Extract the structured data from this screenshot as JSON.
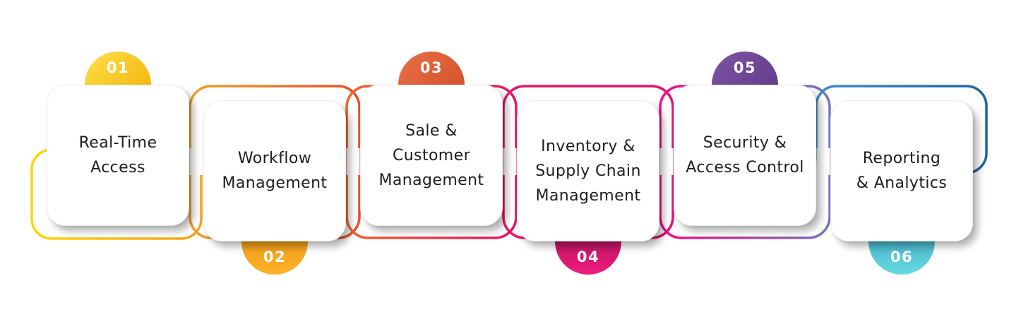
{
  "page": {
    "background": "#FFFFFF",
    "text_color": "#1D1D1D"
  },
  "steps": [
    {
      "number": "01",
      "title": "Real-Time\nAccess",
      "badge_position": "top",
      "colors": {
        "badge_from": "#FFE049",
        "badge_to": "#EFAB00",
        "badge_angle": "135deg",
        "outline_from": "#FFD40A",
        "outline_to": "#F2A51F"
      }
    },
    {
      "number": "02",
      "title": "Workflow\nManagement",
      "badge_position": "bottom",
      "colors": {
        "badge_from": "#E18B04",
        "badge_to": "#FFB12A",
        "badge_angle": "180deg",
        "outline_from": "#F2A02C",
        "outline_to": "#EF4E23"
      }
    },
    {
      "number": "03",
      "title": "Sale &\nCustomer\nManagement",
      "badge_position": "top",
      "colors": {
        "badge_from": "#E97048",
        "badge_to": "#CC4A22",
        "badge_angle": "135deg",
        "outline_from": "#F4622D",
        "outline_to": "#E8145F"
      }
    },
    {
      "number": "04",
      "title": "Inventory &\nSupply Chain\nManagement",
      "badge_position": "bottom",
      "colors": {
        "badge_from": "#8E0D4C",
        "badge_to": "#F01C7C",
        "badge_angle": "180deg",
        "outline_from": "#F01368",
        "outline_to": "#E70F72"
      }
    },
    {
      "number": "05",
      "title": "Security &\nAccess Control",
      "badge_position": "top",
      "colors": {
        "badge_from": "#7D54A3",
        "badge_to": "#5E3486",
        "badge_angle": "135deg",
        "outline_from": "#F30C8C",
        "outline_to": "#7178BC"
      }
    },
    {
      "number": "06",
      "title": "Reporting\n& Analytics",
      "badge_position": "bottom",
      "colors": {
        "badge_from": "#2C92BB",
        "badge_to": "#68DBE1",
        "badge_angle": "180deg",
        "outline_from": "#3C8FC6",
        "outline_to": "#1A64A8"
      }
    }
  ]
}
